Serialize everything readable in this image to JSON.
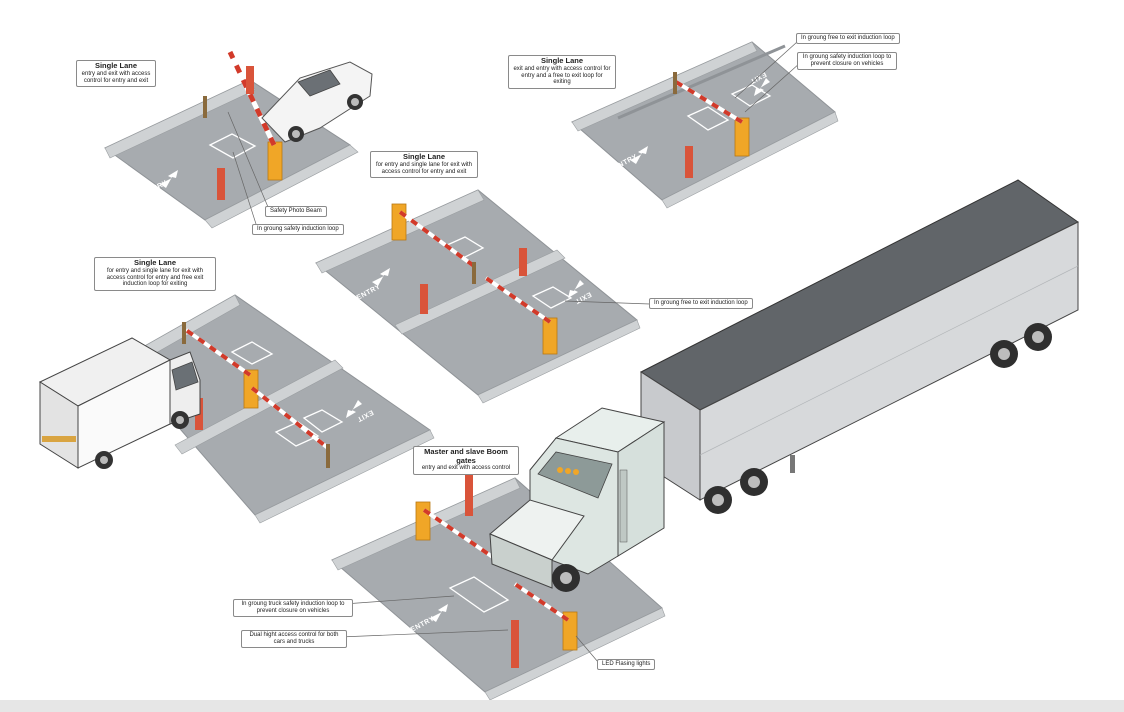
{
  "panels": {
    "top_left": {
      "title": "Single Lane",
      "body": "entry and exit with access control for entry and exit",
      "labels": {
        "photo_beam": "Safety Photo Beam",
        "loop": "In groung safety induction loop"
      },
      "markings": {
        "entry": "ENTRY"
      }
    },
    "top_right": {
      "title": "Single Lane",
      "body": "exit and entry with access control for entry and a free to exit loop for exiting",
      "labels": {
        "free_exit_loop": "In groung free to exit induction loop",
        "safety_loop": "In groung safety induction loop to prevent closure on vehicles"
      },
      "markings": {
        "entry": "ENTRY",
        "exit": "EXIT"
      }
    },
    "middle": {
      "title": "Single Lane",
      "body": "for entry and single lane for exit with access control for entry and exit",
      "labels": {
        "free_exit_loop": "In groung free to exit induction loop"
      },
      "markings": {
        "entry": "ENTRY",
        "exit": "EXIT"
      }
    },
    "left_truck": {
      "title": "Single Lane",
      "body": "for entry and single lane for exit with access control for entry and free exit induction loop for exiting",
      "markings": {
        "exit": "EXIT"
      }
    },
    "bottom": {
      "title": "Master and slave Boom gates",
      "body": "entry and exit with access control",
      "labels": {
        "truck_loop": "In groung truck safety induction loop to prevent closure on vehicles",
        "dual_height": "Dual hight access control for both cars and trucks",
        "led": "LED Flasing lights"
      },
      "markings": {
        "entry": "ENTRY"
      }
    }
  },
  "colors": {
    "road": "#a7abaf",
    "road_edge": "#8f9397",
    "curb": "#cfd2d4",
    "barrier": "#f0a627",
    "boom_arm": "#ffffff",
    "boom_stripe": "#d23a2a",
    "reader": "#d9543a",
    "trailer_roof": "#616569",
    "trailer_side": "#d7d9db",
    "cab": "#dde6e2"
  },
  "icons": [
    "boom-gate-icon",
    "card-reader-icon",
    "car-icon",
    "truck-icon",
    "trailer-icon",
    "arrow-icon"
  ]
}
